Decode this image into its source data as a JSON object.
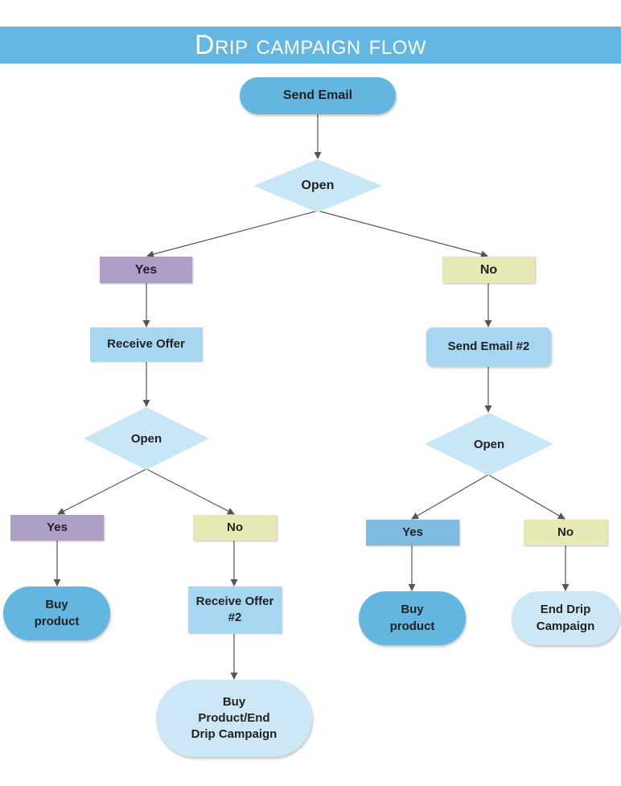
{
  "title": "Drip campaign flow",
  "colors": {
    "header": "#64b7e2",
    "terminal_dark": "#62b6e0",
    "terminal_light": "#cde7f6",
    "process": "#a6d6f2",
    "process_light": "#c7e6f7",
    "diamond": "#c8e6f6",
    "yes_purple": "#ae9fc9",
    "yes_blue": "#7fbbe0",
    "no_yellow": "#e6e9b3",
    "edge": "#555555"
  },
  "nodes": {
    "send_email": "Send Email",
    "open_main": "Open",
    "yes_main": "Yes",
    "no_main": "No",
    "receive_offer": "Receive Offer",
    "send_email_2": "Send Email #2",
    "open_left": "Open",
    "open_right": "Open",
    "yes_left": "Yes",
    "no_left": "No",
    "yes_right": "Yes",
    "no_right": "No",
    "buy_product_left": "Buy\nproduct",
    "receive_offer_2": "Receive Offer\n#2",
    "buy_product_right": "Buy\nproduct",
    "end_drip": "End Drip\nCampaign",
    "buy_product_end": "Buy\nProduct/End\nDrip Campaign"
  }
}
